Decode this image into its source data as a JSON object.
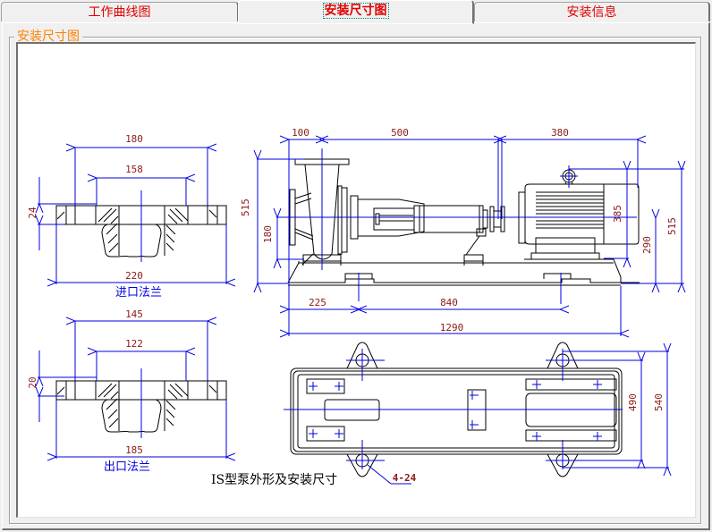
{
  "tabs": [
    {
      "label": "工作曲线图",
      "active": false
    },
    {
      "label": "安装尺寸图",
      "active": true
    },
    {
      "label": "安装信息",
      "active": false
    }
  ],
  "group": {
    "legend": "安装尺寸图"
  },
  "drawing": {
    "title": "IS型泵外形及安装尺寸",
    "inlet_flange": {
      "caption": "进口法兰",
      "dims": {
        "bolt_circle": "180",
        "raised_face": "158",
        "outer": "220",
        "thickness": "24"
      }
    },
    "outlet_flange": {
      "caption": "出口法兰",
      "dims": {
        "bolt_circle": "145",
        "raised_face": "122",
        "outer": "185",
        "thickness": "20"
      }
    },
    "side_view": {
      "dims": {
        "inlet_offset": "100",
        "pump_length": "500",
        "motor_length": "380",
        "overall_height": "515",
        "suction_height": "180",
        "motor_height": "385",
        "shaft_height": "290",
        "total_height": "515",
        "foot_offset": "225",
        "foot_spacing": "840",
        "base_length": "1290"
      }
    },
    "plan_view": {
      "dims": {
        "inner_width": "490",
        "outer_width": "540",
        "holes": "4-24"
      }
    }
  }
}
